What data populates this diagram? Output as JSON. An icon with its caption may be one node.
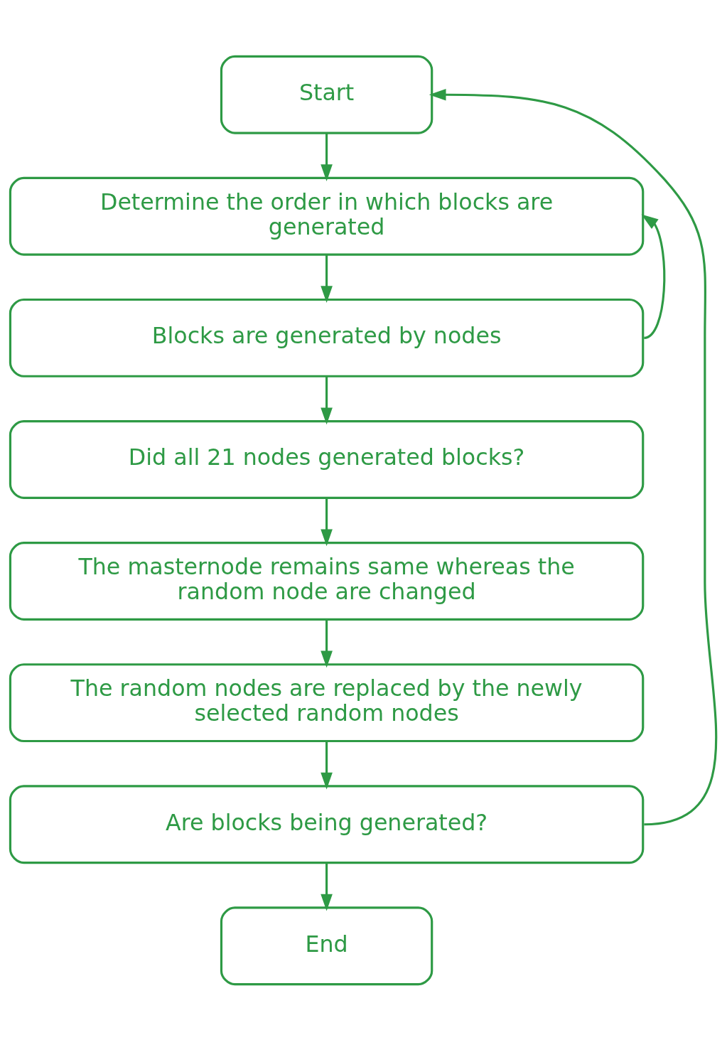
{
  "diagram": {
    "nodes": [
      {
        "text": [
          "Start"
        ]
      },
      {
        "text": [
          "Determine the order in which blocks are generated"
        ]
      },
      {
        "text": [
          "Blocks are generated by nodes"
        ]
      },
      {
        "text": [
          "Did all 21 nodes generated blocks?"
        ]
      },
      {
        "text": [
          "The masternode remains same whereas the random node are changed"
        ]
      },
      {
        "text": [
          "The random nodes are replaced by the newly selected random nodes"
        ]
      },
      {
        "text": [
          "Are blocks being generated?"
        ]
      },
      {
        "text": [
          "End"
        ]
      }
    ],
    "edges": [
      {
        "from": 0,
        "to": 1,
        "arrow": "to"
      },
      {
        "from": 1,
        "to": 2,
        "arrow": "to"
      },
      {
        "from": 2,
        "to": 1,
        "arrow": "to"
      },
      {
        "from": 2,
        "to": 3,
        "arrow": "to"
      },
      {
        "from": 3,
        "to": 4,
        "arrow": "to"
      },
      {
        "from": 4,
        "to": 5,
        "arrow": "to"
      },
      {
        "from": 5,
        "to": 6,
        "arrow": "to"
      },
      {
        "from": 6,
        "to": 7,
        "arrow": "to"
      },
      {
        "from": 6,
        "to": 0,
        "arrow": "to"
      }
    ]
  }
}
